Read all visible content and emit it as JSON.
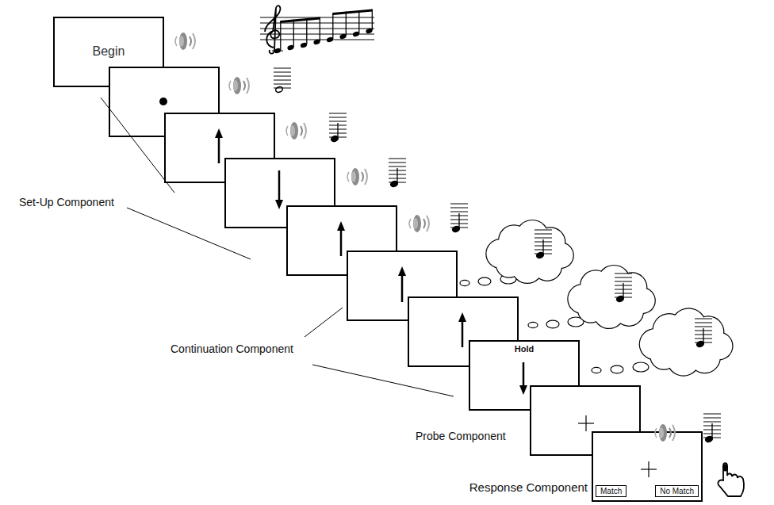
{
  "diagram": {
    "nodes": [
      {
        "text": [
          "Begin"
        ]
      },
      {
        "text": [
          "Hold"
        ]
      },
      {
        "text": [
          "Response Component"
        ]
      },
      {
        "text": [
          "Match"
        ],
        "in": 2
      },
      {
        "text": [
          "No Match"
        ],
        "in": 2
      }
    ],
    "labels": [
      "Set-Up Component",
      "Continuation Component",
      "Probe Component"
    ]
  }
}
